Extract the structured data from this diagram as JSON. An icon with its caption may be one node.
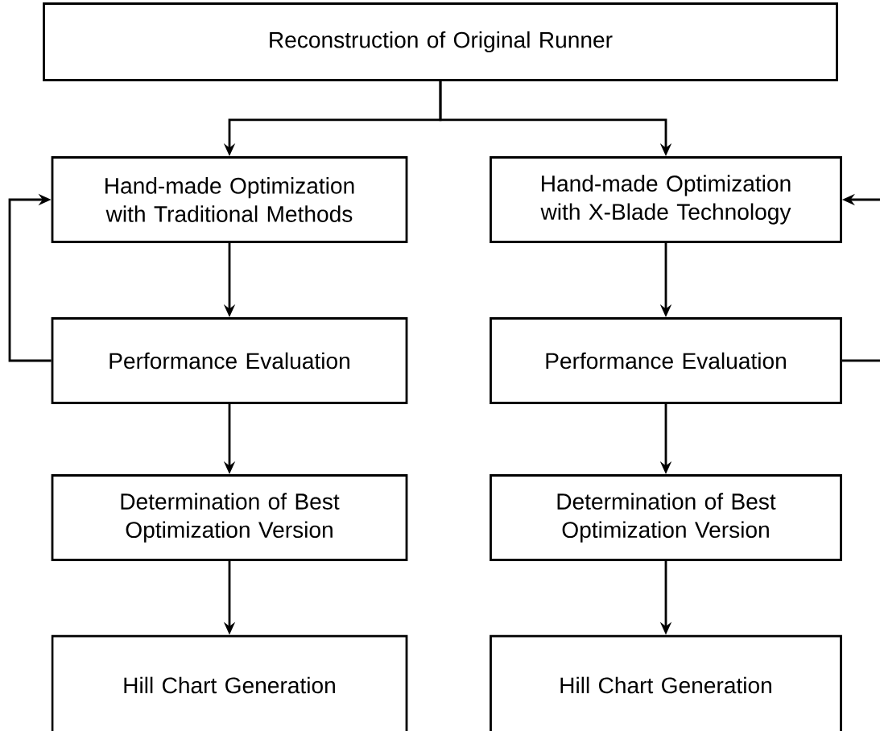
{
  "diagram": {
    "nodes": [
      {
        "text": [
          "Reconstruction of Original Runner"
        ]
      },
      {
        "text": [
          "Hand-made Optimization with Traditional Methods"
        ]
      },
      {
        "text": [
          "Hand-made Optimization with X-Blade Technology"
        ]
      },
      {
        "text": [
          "Performance Evaluation"
        ]
      },
      {
        "text": [
          "Performance Evaluation"
        ]
      },
      {
        "text": [
          "Determination of Best Optimization Version"
        ]
      },
      {
        "text": [
          "Determination of Best Optimization Version"
        ]
      },
      {
        "text": [
          "Hill Chart Generation"
        ]
      },
      {
        "text": [
          "Hill Chart Generation"
        ]
      }
    ],
    "edges": [
      {
        "from": 0,
        "to": 1,
        "arrow": "to"
      },
      {
        "from": 0,
        "to": 2,
        "arrow": "to"
      },
      {
        "from": 1,
        "to": 3,
        "arrow": "to"
      },
      {
        "from": 2,
        "to": 4,
        "arrow": "to"
      },
      {
        "from": 3,
        "to": 5,
        "arrow": "to"
      },
      {
        "from": 4,
        "to": 6,
        "arrow": "to"
      },
      {
        "from": 5,
        "to": 7,
        "arrow": "to"
      },
      {
        "from": 6,
        "to": 8,
        "arrow": "to"
      },
      {
        "from": 3,
        "to": 1,
        "arrow": "to"
      },
      {
        "from": 4,
        "to": 2,
        "arrow": "to"
      }
    ]
  }
}
